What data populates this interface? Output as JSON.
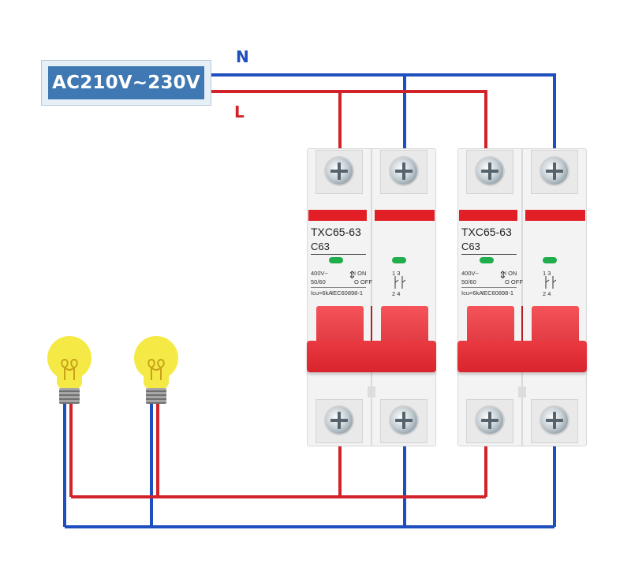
{
  "supply": {
    "voltage_label": "AC210V~230V",
    "neutral_label": "N",
    "live_label": "L"
  },
  "colors": {
    "neutral_wire": "#1f4fbf",
    "live_wire": "#d2232a",
    "label_box": "#3f78b2",
    "breaker_red": "#e21f26",
    "bulb_yellow": "#f5ea45"
  },
  "breakers": [
    {
      "model": "TXC65-63",
      "rating": "C63",
      "voltage": "400V~",
      "frequency": "50/60",
      "on_label": "I ON",
      "off_label": "O OFF",
      "icu": "Icu=6kA",
      "standard": "IEC60898-1",
      "terminal_top": "1 3",
      "terminal_bottom": "2 4"
    },
    {
      "model": "TXC65-63",
      "rating": "C63",
      "voltage": "400V~",
      "frequency": "50/60",
      "on_label": "I ON",
      "off_label": "O OFF",
      "icu": "Icu=6kA",
      "standard": "IEC60898-1",
      "terminal_top": "1 3",
      "terminal_bottom": "2 4"
    }
  ],
  "bulbs": [
    {
      "icon": "light-bulb-icon"
    },
    {
      "icon": "light-bulb-icon"
    }
  ]
}
